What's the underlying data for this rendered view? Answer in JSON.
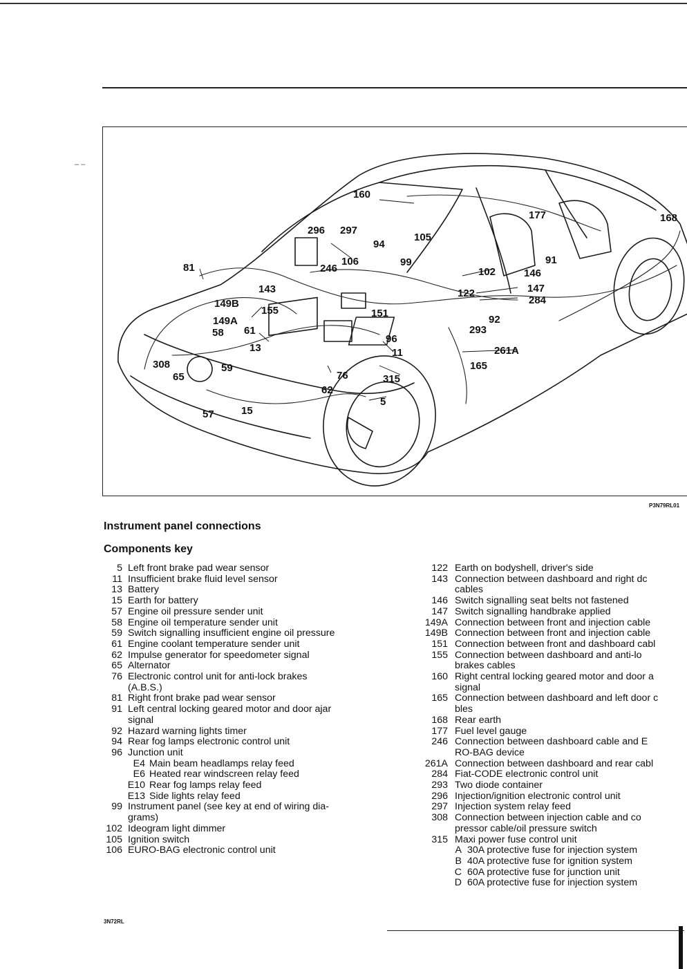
{
  "figure": {
    "code": "P3N79RL01",
    "callouts": [
      "160",
      "177",
      "168",
      "296",
      "297",
      "94",
      "105",
      "106",
      "246",
      "99",
      "81",
      "102",
      "146",
      "91",
      "143",
      "147",
      "284",
      "122",
      "149B",
      "155",
      "151",
      "149A",
      "92",
      "61",
      "58",
      "293",
      "13",
      "96",
      "261A",
      "308",
      "11",
      "59",
      "165",
      "76",
      "315",
      "65",
      "62",
      "57",
      "15",
      "5"
    ]
  },
  "heading": "Instrument panel connections",
  "subheading": "Components key",
  "key_left": [
    {
      "n": "5",
      "t": "Left front brake pad wear sensor"
    },
    {
      "n": "11",
      "t": "Insufficient brake fluid level sensor"
    },
    {
      "n": "13",
      "t": "Battery"
    },
    {
      "n": "15",
      "t": "Earth for battery"
    },
    {
      "n": "57",
      "t": "Engine oil pressure sender unit"
    },
    {
      "n": "58",
      "t": "Engine oil temperature sender unit"
    },
    {
      "n": "59",
      "t": "Switch signalling insufficient engine oil pressure"
    },
    {
      "n": "61",
      "t": "Engine coolant temperature sender unit"
    },
    {
      "n": "62",
      "t": "Impulse generator for speedometer signal"
    },
    {
      "n": "65",
      "t": "Alternator"
    },
    {
      "n": "76",
      "t": "Electronic   control   unit   for   anti-lock   brakes"
    },
    {
      "n": "",
      "t": "(A.B.S.)"
    },
    {
      "n": "81",
      "t": "Right front brake pad wear sensor"
    },
    {
      "n": "91",
      "t": "Left central locking geared motor and door ajar"
    },
    {
      "n": "",
      "t": "signal"
    },
    {
      "n": "92",
      "t": "Hazard warning lights timer"
    },
    {
      "n": "94",
      "t": "Rear fog lamps electronic control unit"
    },
    {
      "n": "96",
      "t": "Junction unit"
    },
    {
      "n": "E4",
      "t": "Main beam headlamps relay feed",
      "sub": true
    },
    {
      "n": "E6",
      "t": "Heated rear windscreen relay feed",
      "sub": true
    },
    {
      "n": "E10",
      "t": "Rear fog lamps relay feed",
      "sub": true
    },
    {
      "n": "E13",
      "t": "Side lights relay feed",
      "sub": true
    },
    {
      "n": "99",
      "t": "Instrument panel (see key at end of wiring dia-"
    },
    {
      "n": "",
      "t": "grams)"
    },
    {
      "n": "102",
      "t": "Ideogram light dimmer"
    },
    {
      "n": "105",
      "t": "Ignition switch"
    },
    {
      "n": "106",
      "t": "EURO-BAG electronic control unit"
    }
  ],
  "key_right": [
    {
      "n": "122",
      "t": "Earth on bodyshell, driver's side"
    },
    {
      "n": "143",
      "t": "Connection between dashboard and right dc"
    },
    {
      "n": "",
      "t": "cables"
    },
    {
      "n": "146",
      "t": "Switch signalling seat belts not fastened"
    },
    {
      "n": "147",
      "t": "Switch signalling handbrake applied"
    },
    {
      "n": "149A",
      "t": "Connection between front and injection cable"
    },
    {
      "n": "149B",
      "t": "Connection between front and injection cable"
    },
    {
      "n": "151",
      "t": "Connection between front and dashboard cabl"
    },
    {
      "n": "155",
      "t": "Connection between dashboard and anti-lo"
    },
    {
      "n": "",
      "t": "brakes cables"
    },
    {
      "n": "160",
      "t": "Right central locking geared motor and door a"
    },
    {
      "n": "",
      "t": "signal"
    },
    {
      "n": "165",
      "t": "Connection between dashboard and left door c"
    },
    {
      "n": "",
      "t": "bles"
    },
    {
      "n": "168",
      "t": "Rear earth"
    },
    {
      "n": "177",
      "t": "Fuel level gauge"
    },
    {
      "n": "246",
      "t": "Connection between dashboard cable and E"
    },
    {
      "n": "",
      "t": "RO-BAG device"
    },
    {
      "n": "261A",
      "t": "Connection between dashboard and rear cabl"
    },
    {
      "n": "284",
      "t": "Fiat-CODE electronic control unit"
    },
    {
      "n": "293",
      "t": "Two diode container"
    },
    {
      "n": "296",
      "t": "Injection/ignition electronic control unit"
    },
    {
      "n": "297",
      "t": "Injection system relay feed"
    },
    {
      "n": "308",
      "t": "Connection between injection cable and co"
    },
    {
      "n": "",
      "t": "pressor cable/oil pressure switch"
    },
    {
      "n": "315",
      "t": "Maxi power fuse control unit"
    },
    {
      "n": "A",
      "t": "30A protective fuse for injection system",
      "sub": true
    },
    {
      "n": "B",
      "t": "40A protective fuse for ignition system",
      "sub": true
    },
    {
      "n": "C",
      "t": "60A protective fuse for junction unit",
      "sub": true
    },
    {
      "n": "D",
      "t": "60A protective fuse for injection system",
      "sub": true
    }
  ],
  "footer_code": "3N72RL"
}
